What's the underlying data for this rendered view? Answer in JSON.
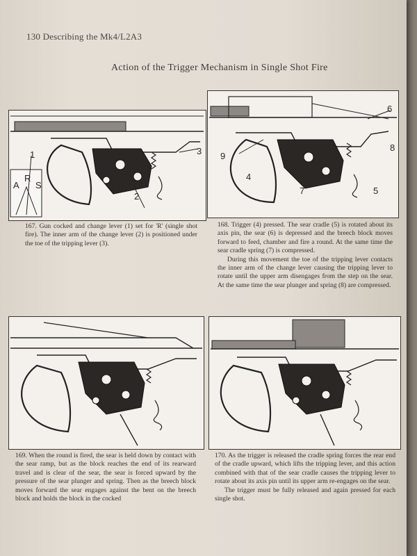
{
  "header": {
    "page_number": "130",
    "running_title": "Describing the Mk4/L2A3"
  },
  "section_title": "Action of the Trigger Mechanism in Single Shot Fire",
  "figures": [
    {
      "caption": "167. Gun cocked and change lever (1) set for 'R' (single shot fire). The inner arm of the change lever (2) is positioned under the toe of the tripping lever (3).",
      "labels": [
        "1",
        "2",
        "3"
      ],
      "inset_labels": [
        "A",
        "R",
        "S"
      ]
    },
    {
      "caption_para1": "168. Trigger (4) pressed. The sear cradle (5) is rotated about its axis pin, the sear (6) is depressed and the breech block moves forward to feed, chamber and fire a round. At the same time the sear cradle spring (7) is compressed.",
      "caption_para2": "During this movement the toe of the tripping lever contacts the inner arm of the change lever causing the tripping lever to rotate until the upper arm disengages from the step on the sear. At the same time the sear plunger and spring (8) are compressed.",
      "labels": [
        "6",
        "8",
        "9",
        "4",
        "7",
        "5"
      ]
    },
    {
      "caption": "169. When the round is fired, the sear is held down by contact with the sear ramp, but as the block reaches the end of its rearward travel and is clear of the sear, the sear is forced upward by the pressure of the sear plunger and spring. Then as the breech block moves forward the sear engages against the bent on the breech block and holds the block in the cocked"
    },
    {
      "caption_para1": "170. As the trigger is released the cradle spring forces the rear end of the cradle upward, which lifts the tripping lever, and this action combined with that of the sear cradle causes the tripping lever to rotate about its axis pin until its upper arm re-engages on the sear.",
      "caption_para2": "The trigger must be fully released and again pressed for each single shot."
    }
  ]
}
